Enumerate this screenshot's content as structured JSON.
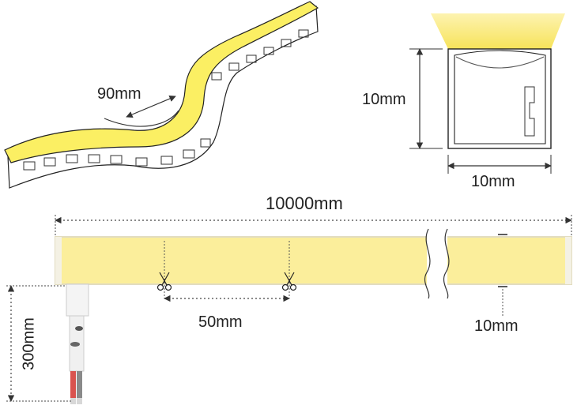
{
  "labels": {
    "bend_radius": "90mm",
    "profile_height": "10mm",
    "profile_width": "10mm",
    "total_length": "10000mm",
    "cut_interval": "50mm",
    "strip_width": "10mm",
    "lead_length": "300mm"
  },
  "colors": {
    "glow": "#fdef9a",
    "glow_edge": "#f4e04a",
    "strip_fill": "#fbee9b",
    "strip_edge": "#e2dcc0",
    "cable": "#f0f0f0",
    "wire_red": "#d9534f",
    "wire_grey": "#8a8a8a",
    "dimension_line": "#333333",
    "outline": "#222222"
  },
  "icons": {
    "cut_mark": "scissors-icon",
    "break_mark": "break-wave-icon"
  }
}
